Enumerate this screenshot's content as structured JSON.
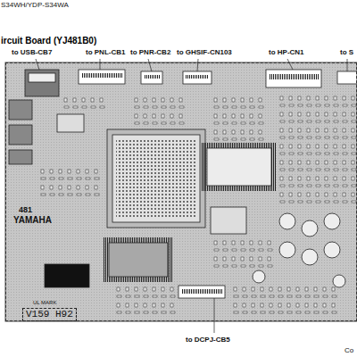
{
  "diagram": {
    "title": "ircuit Board (YJ481B0)",
    "nodes": [
      {
        "text": [
          "481",
          "YAMAHA",
          "UL MARK",
          "V159 H92"
        ]
      }
    ],
    "labels": [
      "S34WH/YDP-S34WA",
      "to USB-CB7",
      "to PNL-CB1",
      "to PNR-CB2",
      "to GHSIF-CN103",
      "to HP-CN1",
      "to S",
      "to DCPJ-CB5",
      "Co"
    ]
  }
}
